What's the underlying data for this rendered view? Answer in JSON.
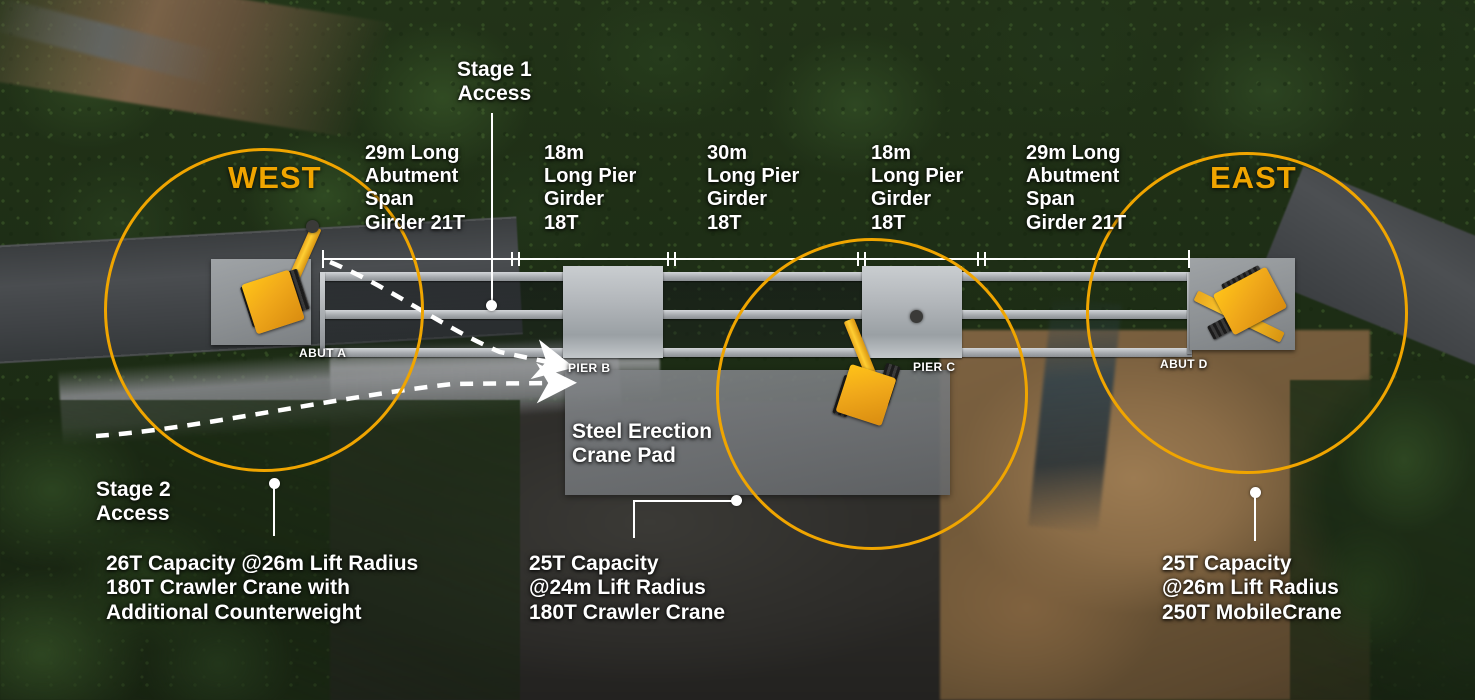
{
  "zones": [
    {
      "id": "west",
      "label": "WEST"
    },
    {
      "id": "east",
      "label": "EAST"
    }
  ],
  "stage_markers": [
    {
      "id": "stage1",
      "label": "Stage 1\nAccess"
    },
    {
      "id": "stage2",
      "label": "Stage 2\nAccess"
    }
  ],
  "span_labels": [
    {
      "id": "span-west-abutment",
      "text": "29m Long\nAbutment\nSpan\nGirder 21T",
      "length": "29m",
      "weight": "21T",
      "type": "Abutment Span Girder"
    },
    {
      "id": "span-pier-b",
      "text": "18m\nLong Pier\nGirder\n18T",
      "length": "18m",
      "weight": "18T",
      "type": "Long Pier Girder"
    },
    {
      "id": "span-centre",
      "text": "30m\nLong Pier\nGirder\n18T",
      "length": "30m",
      "weight": "18T",
      "type": "Long Pier Girder"
    },
    {
      "id": "span-pier-c",
      "text": "18m\nLong Pier\nGirder\n18T",
      "length": "18m",
      "weight": "18T",
      "type": "Long Pier Girder"
    },
    {
      "id": "span-east-abutment",
      "text": "29m Long\nAbutment\nSpan\nGirder 21T",
      "length": "29m",
      "weight": "21T",
      "type": "Abutment Span Girder"
    }
  ],
  "structure_labels": [
    {
      "id": "abut-a",
      "label": "ABUT A"
    },
    {
      "id": "pier-b",
      "label": "PIER B"
    },
    {
      "id": "pier-c",
      "label": "PIER C"
    },
    {
      "id": "abut-d",
      "label": "ABUT D"
    }
  ],
  "crane_pad": {
    "label": "Steel Erection\nCrane Pad"
  },
  "callouts": [
    {
      "id": "west-crane",
      "text": "26T Capacity @26m Lift Radius\n180T Crawler Crane with\nAdditional Counterweight",
      "capacity": "26T",
      "lift_radius": "26m",
      "crane": "180T Crawler Crane with Additional Counterweight"
    },
    {
      "id": "centre-crane",
      "text": "25T Capacity\n@24m Lift Radius\n180T Crawler Crane",
      "capacity": "25T",
      "lift_radius": "24m",
      "crane": "180T Crawler Crane"
    },
    {
      "id": "east-crane",
      "text": "25T Capacity\n@26m Lift Radius\n250T MobileCrane",
      "capacity": "25T",
      "lift_radius": "26m",
      "crane": "250T MobileCrane"
    }
  ],
  "colors": {
    "radius_circle": "#F0A500",
    "zone_text": "#F0A500",
    "label_text": "#FFFFFF",
    "dimension_line": "#FFFFFF",
    "crane_yellow": "#F5B01C"
  }
}
